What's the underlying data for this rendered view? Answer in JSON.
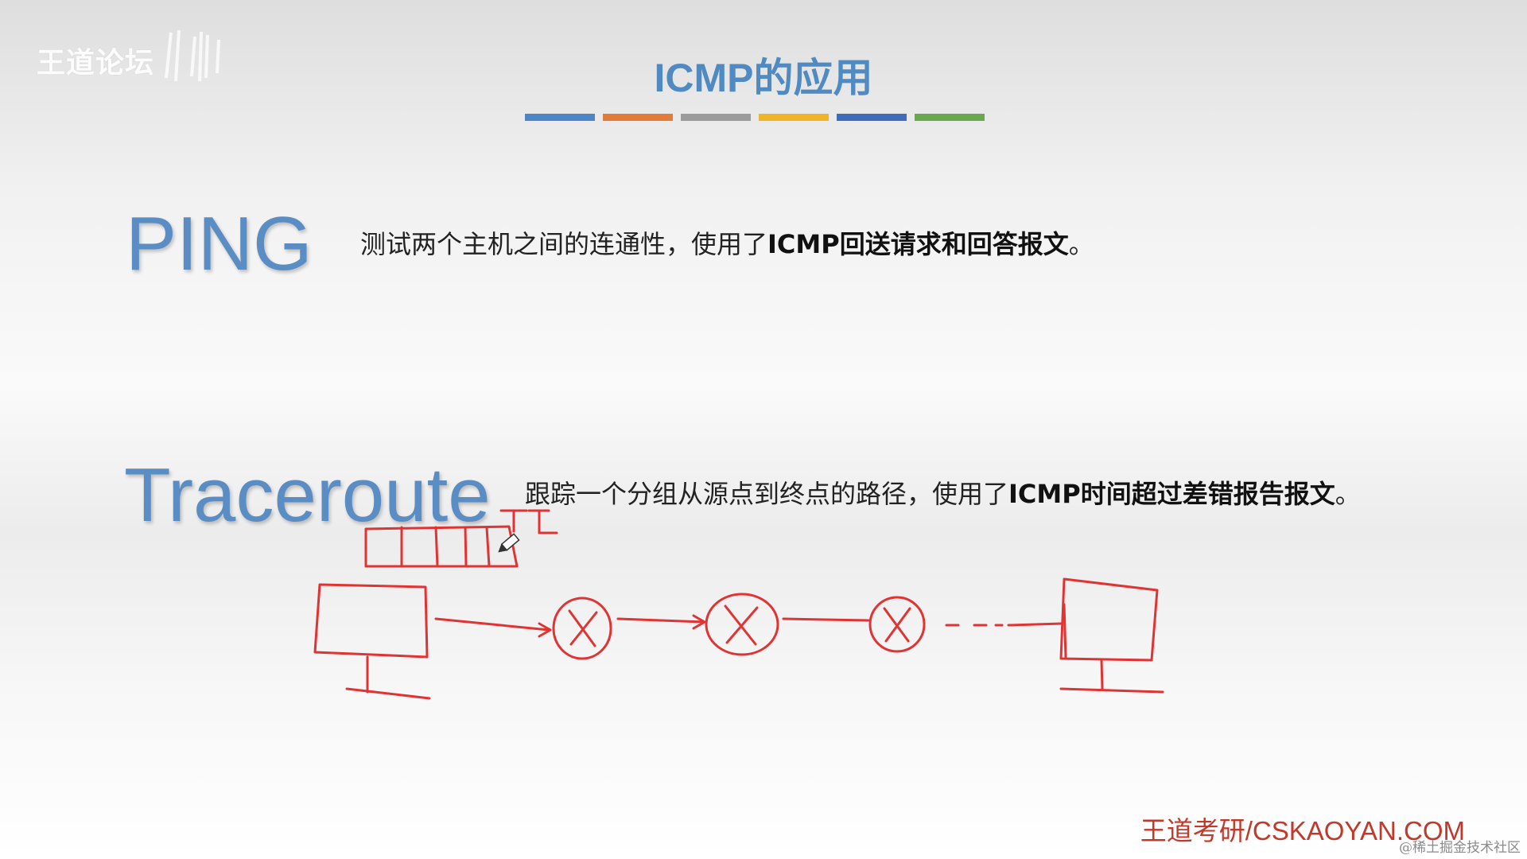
{
  "watermark": {
    "logo_text": "王道论坛"
  },
  "slide": {
    "title": "ICMP的应用",
    "bar_colors": [
      "#4d86c6",
      "#e07b39",
      "#9b9b9b",
      "#f0b429",
      "#3f6cb8",
      "#6aa84f"
    ]
  },
  "ping": {
    "term": "PING",
    "desc_plain": "测试两个主机之间的连通性，使用了",
    "desc_bold": "ICMP回送请求和回答报文",
    "desc_end": "。"
  },
  "traceroute": {
    "term": "Traceroute",
    "desc_plain": "跟踪一个分组从源点到终点的路径，使用了",
    "desc_bold": "ICMP时间超过差错报告报文",
    "desc_end": "。"
  },
  "annotation": {
    "ink_color": "#e03434",
    "label": "TTL",
    "tools": [
      "pen-cursor-icon"
    ]
  },
  "footer": {
    "brand": "王道考研/CSKAOYAN.COM",
    "credit": "@稀土掘金技术社区"
  }
}
